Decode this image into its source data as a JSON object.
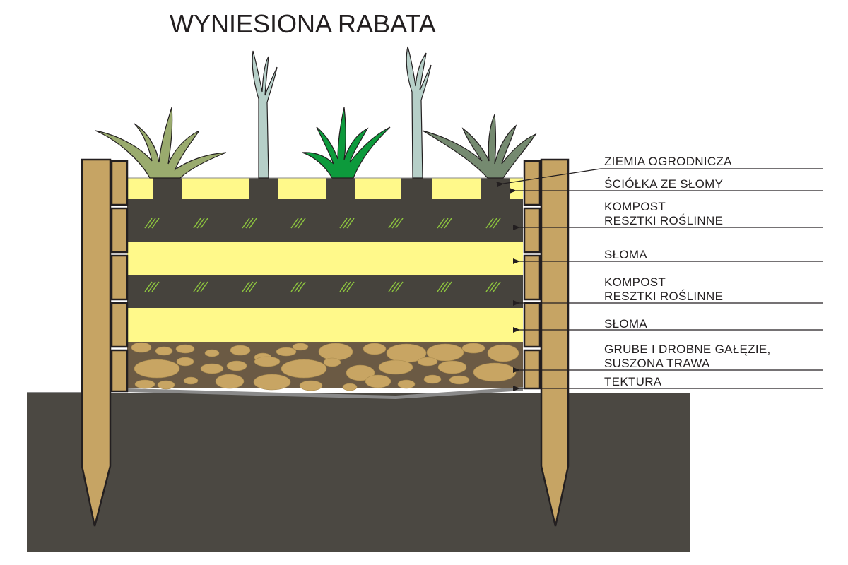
{
  "title": "WYNIESIONA RABATA",
  "labels": {
    "ziemia": "ZIEMIA OGRODNICZA",
    "sciolka": "ŚCIÓŁKA ZE SŁOMY",
    "kompost1_a": "KOMPOST",
    "kompost1_b": "RESZTKI ROŚLINNE",
    "sloma1": "SŁOMA",
    "kompost2_a": "KOMPOST",
    "kompost2_b": "RESZTKI ROŚLINNE",
    "sloma2": "SŁOMA",
    "galezie_a": "GRUBE I DROBNE GAŁĘZIE,",
    "galezie_b": "SUSZONA TRAWA",
    "tektura": "TEKTURA"
  },
  "colors": {
    "soil": "#4b4842",
    "straw": "#fff98a",
    "compost": "#46433d",
    "wood": "#c6a464",
    "pebble": "#c8a563",
    "branches_bg": "#6b5a44",
    "cardboard": "#8a8a8a",
    "grass_mark": "#8ec63f",
    "plant_light": "#9aab6e",
    "plant_green": "#0d9a3c",
    "plant_grey": "#758a70",
    "leek": "#b6cfc8"
  },
  "icons": [
    "post-icon",
    "plank-icon",
    "plant-icon",
    "leek-icon",
    "arrow-icon"
  ]
}
